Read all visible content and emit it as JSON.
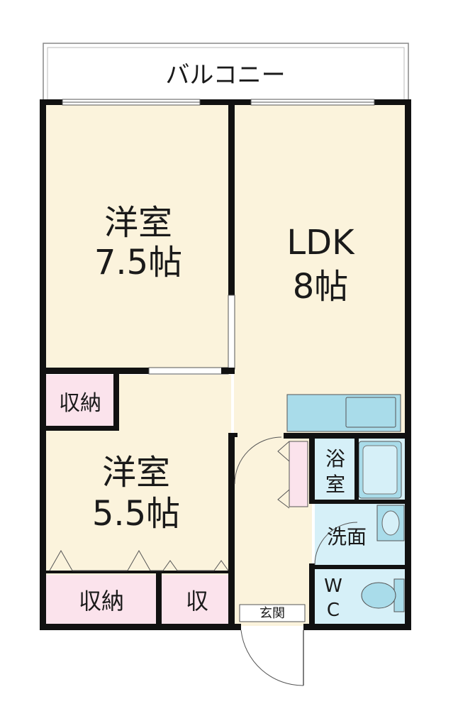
{
  "rooms": {
    "balcony": "バルコニー",
    "western1": {
      "name": "洋室",
      "size": "7.5帖"
    },
    "ldk": {
      "name": "LDK",
      "size": "8帖"
    },
    "western2": {
      "name": "洋室",
      "size": "5.5帖"
    },
    "storage1": "収納",
    "storage2": "収納",
    "storage3": "収",
    "bath": {
      "line1": "浴",
      "line2": "室"
    },
    "washroom": "洗面",
    "toilet": {
      "line1": "W",
      "line2": "C"
    },
    "entrance": "玄関"
  },
  "colors": {
    "floor": "#fbf3dc",
    "storage": "#fbe3ec",
    "wet": "#d6f0f8",
    "fixture": "#a9dcea",
    "wall": "#111111"
  }
}
